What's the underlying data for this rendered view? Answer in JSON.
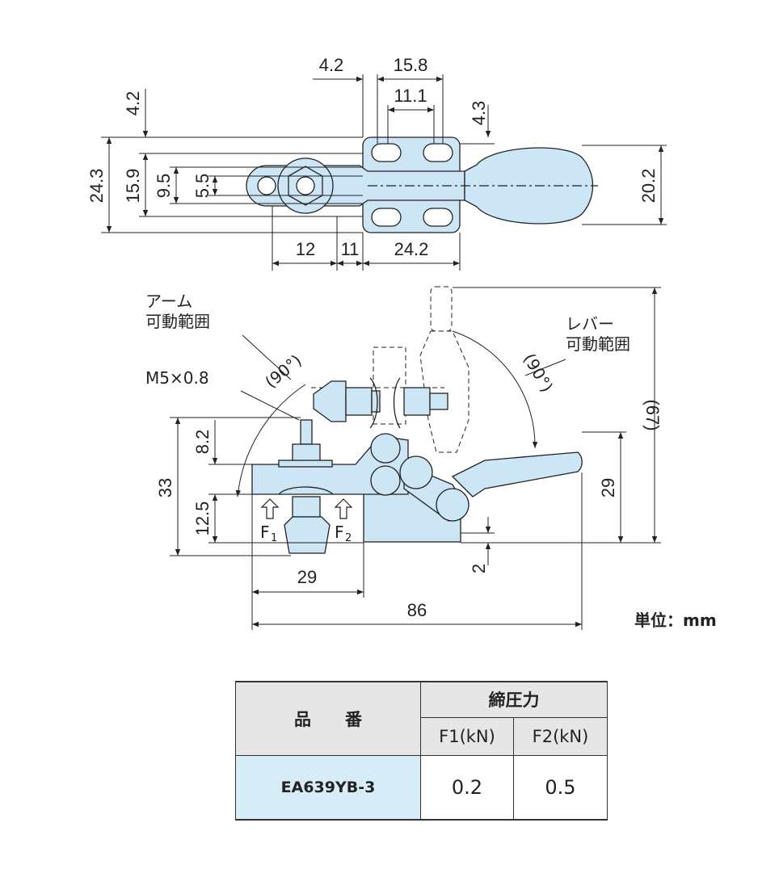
{
  "top_view_dims": [
    "4.2",
    "15.8",
    "11.1",
    "4.3",
    "4.2",
    "24.3",
    "15.9",
    "9.5",
    "5.5",
    "20.2",
    "12",
    "11",
    "24.2"
  ],
  "side_view_dims": [
    "33",
    "8.2",
    "12.5",
    "29",
    "86",
    "29",
    "2",
    "(67)"
  ],
  "labels": {
    "arm_range_1": "アーム",
    "arm_range_2": "可動範囲",
    "arm_angle": "(90°)",
    "lever_range_1": "レバー",
    "lever_range_2": "可動範囲",
    "lever_angle": "(90°)",
    "thread": "M5×0.8",
    "f1": "F",
    "f1_sub": "1",
    "f2": "F",
    "f2_sub": "2"
  },
  "unit_note": "単位：mm",
  "table": {
    "col_part": "品　　番",
    "col_force": "締圧力",
    "col_f1": "F1(kN)",
    "col_f2": "F2(kN)",
    "rows": [
      {
        "model": "EA639YB-3",
        "f1": "0.2",
        "f2": "0.5"
      }
    ]
  },
  "colors": {
    "part_fill": "#cde6f5",
    "model_cell": "#d6ecf7",
    "header_cell": "#e6e6e6"
  }
}
